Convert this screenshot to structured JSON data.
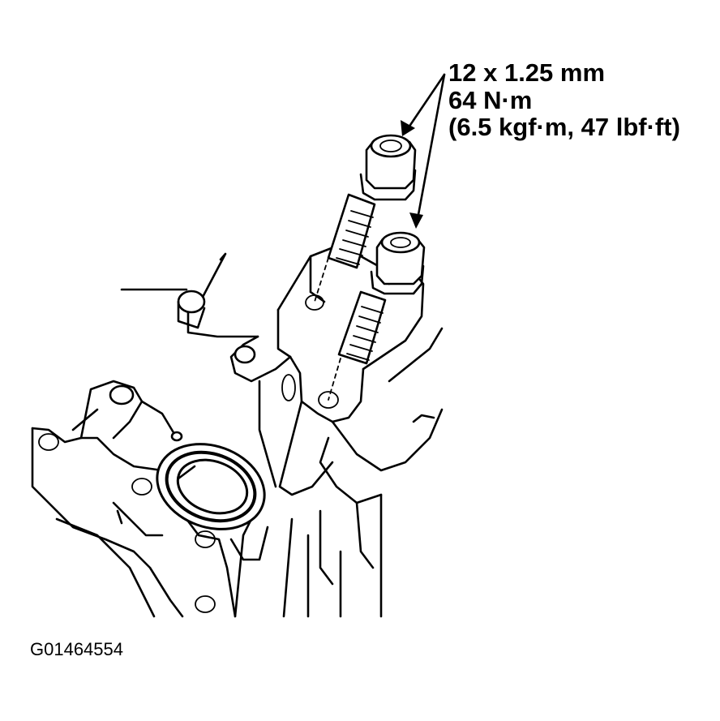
{
  "callout": {
    "thread_size": "12 x 1.25 mm",
    "torque_nm": "64 N·m",
    "torque_alt": "(6.5 kgf·m, 47 lbf·ft)"
  },
  "figure_id": "G01464554",
  "colors": {
    "ink": "#000000",
    "paper": "#ffffff"
  }
}
